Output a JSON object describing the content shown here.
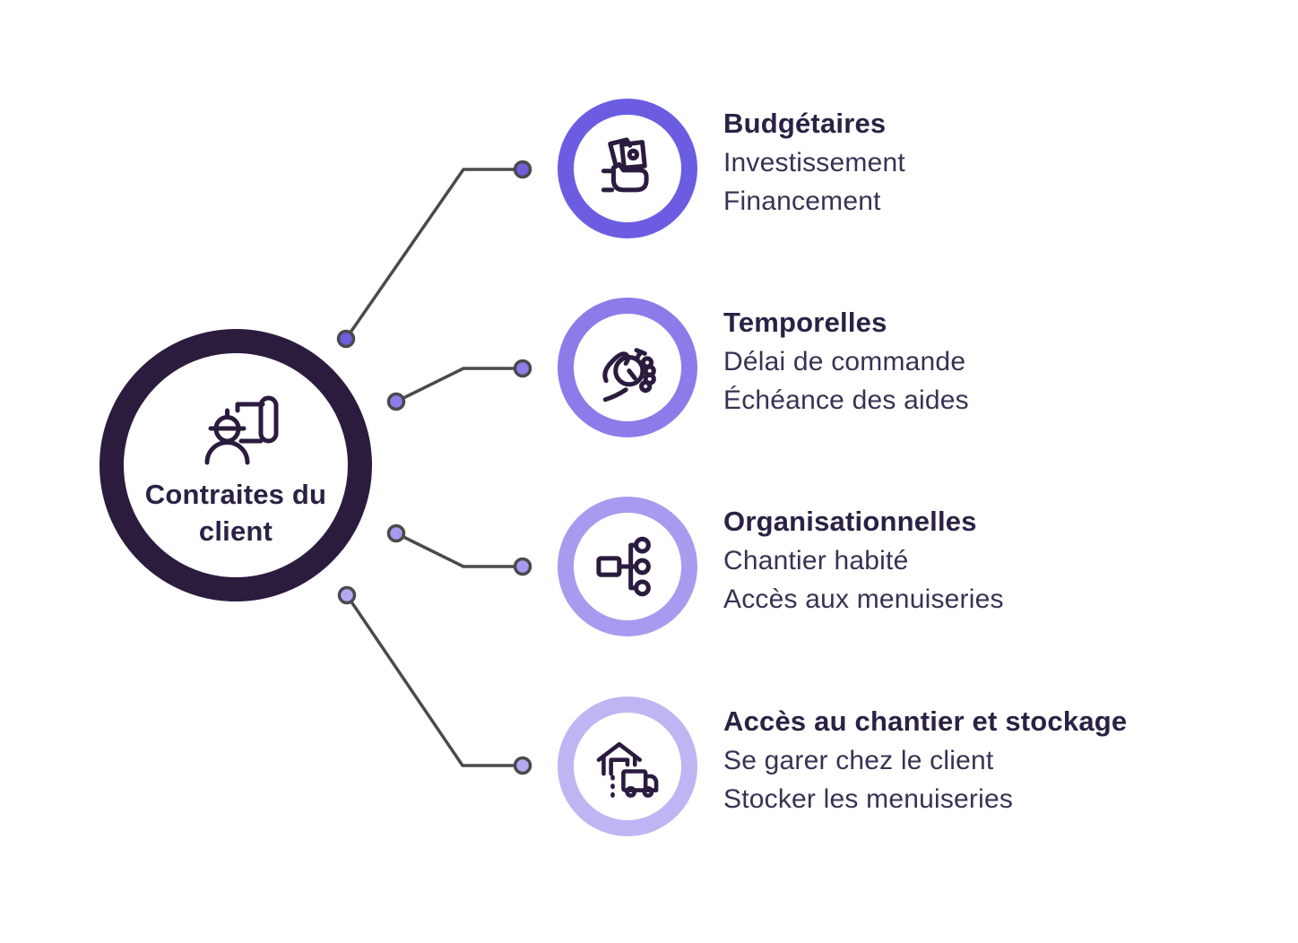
{
  "background": "#ffffff",
  "icon_color": "#2b1b3e",
  "connector_color": "#4a4a4c",
  "text": {
    "heading_color": "#2b2144",
    "body_color": "#3a3153"
  },
  "main": {
    "title": "Contraites du client",
    "icon": "engineer-blueprint-icon",
    "ring_color": "#2b1c3e",
    "text_color": "#2b2144"
  },
  "branches": [
    {
      "title": "Budgétaires",
      "lines": [
        "Investissement",
        "Financement"
      ],
      "icon": "money-in-hand-icon",
      "ring_color": "#6c5ce2",
      "dot_color": "#6f5edc"
    },
    {
      "title": "Temporelles",
      "lines": [
        "Délai de commande",
        "Échéance des aides"
      ],
      "icon": "stopwatch-in-hand-icon",
      "ring_color": "#8b7cea",
      "dot_color": "#8c7ee8"
    },
    {
      "title": "Organisationnelles",
      "lines": [
        "Chantier habité",
        "Accès aux menuiseries"
      ],
      "icon": "org-chart-icon",
      "ring_color": "#a89bef",
      "dot_color": "#a89bef"
    },
    {
      "title": "Accès au chantier et stockage",
      "lines": [
        "Se garer chez le client",
        "Stocker les menuiseries"
      ],
      "icon": "house-truck-delivery-icon",
      "ring_color": "#bfb5f3",
      "dot_color": "#b5aaf1"
    }
  ]
}
